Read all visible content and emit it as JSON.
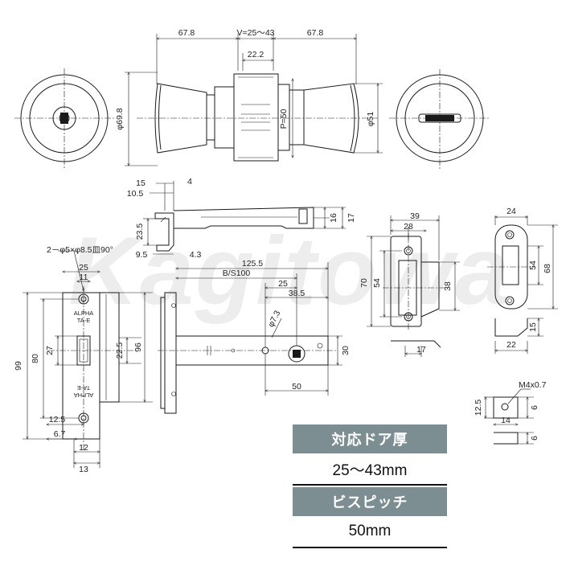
{
  "watermark": "Kagitowa",
  "top_dims": {
    "left_width": "67.8",
    "door_range": "V=25～43",
    "right_width": "67.8",
    "inner": "22.2",
    "left_dia": "φ69.8",
    "pitch": "P=50",
    "right_dia": "φ51"
  },
  "strike_side": {
    "d15": "15",
    "d4": "4",
    "d10_5": "10.5",
    "d16": "16",
    "d17": "17",
    "d23_5": "23.5",
    "d9_5": "9.5",
    "d4_3": "4.3"
  },
  "front_plate": {
    "hole_note": "2－φ5×φ8.5皿90°",
    "d25": "25",
    "d11": "11",
    "brand_top": "ALPHA",
    "model_top": "TA-E",
    "brand_bottom": "ALPHA",
    "model_bottom": "TA-E",
    "d99": "99",
    "d80": "80",
    "d27": "27",
    "d22_5": "22.5",
    "d96": "96",
    "d12_5": "12.5",
    "d6_7": "6.7",
    "d12": "12",
    "d13": "13"
  },
  "latch": {
    "d125_5": "125.5",
    "backset": "B/S100",
    "d25": "25",
    "d38_5": "38.5",
    "d7_3": "φ7.3",
    "d30": "30",
    "d50": "50"
  },
  "strike": {
    "d39": "39",
    "d28": "28",
    "d70": "70",
    "d54": "54",
    "d38": "38",
    "d17": "17"
  },
  "box": {
    "d24": "24",
    "d54": "54",
    "d68": "68",
    "d15": "15",
    "d22": "22"
  },
  "screw": {
    "thread": "M4x0.7",
    "d12_5": "12.5",
    "d6a": "6",
    "d14": "14",
    "d6b": "6"
  },
  "specs": {
    "door_label": "対応ドア厚",
    "door_value": "25～43mm",
    "pitch_label": "ビスピッチ",
    "pitch_value": "50mm"
  }
}
